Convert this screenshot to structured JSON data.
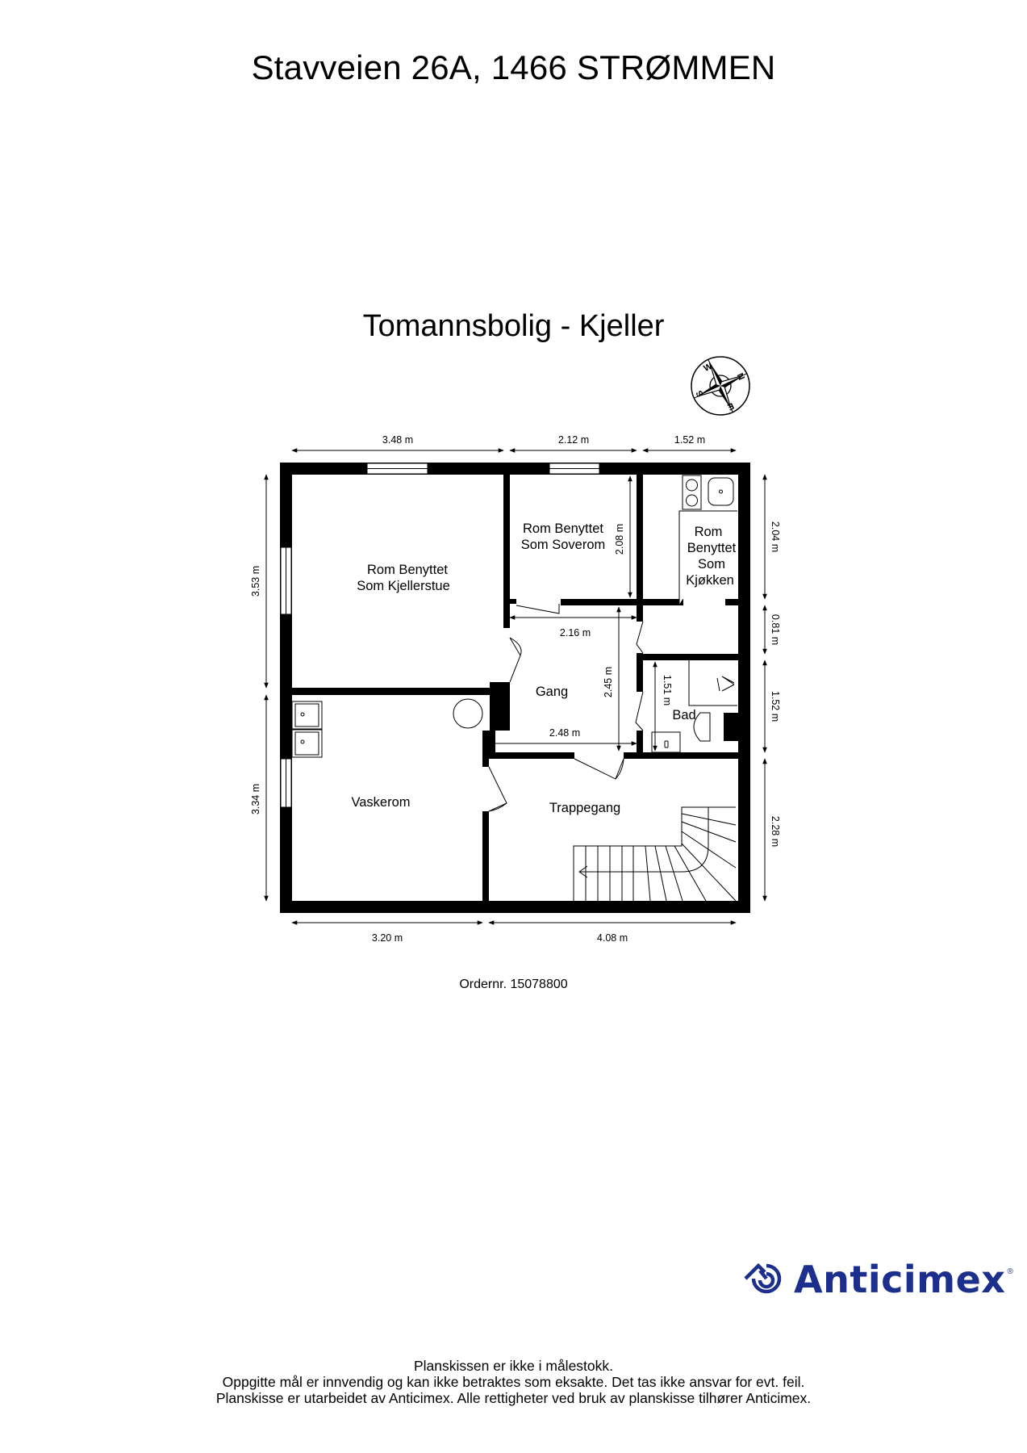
{
  "header": {
    "address": "Stavveien 26A, 1466 STRØMMEN",
    "subtitle": "Tomannsbolig  - Kjeller"
  },
  "compass": {
    "icon": "compass-rose-icon",
    "labels": {
      "n": "N",
      "e": "E",
      "s": "S",
      "w": "W"
    }
  },
  "rooms": [
    {
      "id": "kjellerstue",
      "lines": [
        "Rom Benyttet",
        "Som Kjellerstue"
      ]
    },
    {
      "id": "soverom",
      "lines": [
        "Rom Benyttet",
        "Som Soverom"
      ]
    },
    {
      "id": "kjokken",
      "lines": [
        "Rom",
        "Benyttet",
        "Som",
        "Kjøkken"
      ]
    },
    {
      "id": "gang",
      "lines": [
        "Gang"
      ]
    },
    {
      "id": "bad",
      "lines": [
        "Bad"
      ]
    },
    {
      "id": "vaskerom",
      "lines": [
        "Vaskerom"
      ]
    },
    {
      "id": "trappegang",
      "lines": [
        "Trappegang"
      ]
    }
  ],
  "dimensions": {
    "top": [
      "3.48 m",
      "2.12 m",
      "1.52 m"
    ],
    "bottom": [
      "3.20 m",
      "4.08 m"
    ],
    "left": [
      "3.53 m",
      "3.34 m"
    ],
    "right": [
      "2.04 m",
      "0.81 m",
      "1.52 m",
      "2.28 m"
    ],
    "interior": {
      "soverom_height": "2.08 m",
      "gang_top_width": "2.16 m",
      "gang_height": "2.45 m",
      "bad_height": "1.51 m",
      "gang_bottom_width": "2.48 m"
    }
  },
  "order": "Ordernr. 15078800",
  "logo": {
    "name": "Anticimex",
    "registered": "®",
    "color": "#1d2f8c"
  },
  "footer": {
    "line1": "Planskissen er ikke i målestokk.",
    "line2": "Oppgitte mål er innvendig og kan ikke betraktes som eksakte. Det tas ikke ansvar for evt. feil.",
    "line3": "Planskisse er utarbeidet av Anticimex. Alle rettigheter ved bruk av planskisse tilhører Anticimex."
  }
}
